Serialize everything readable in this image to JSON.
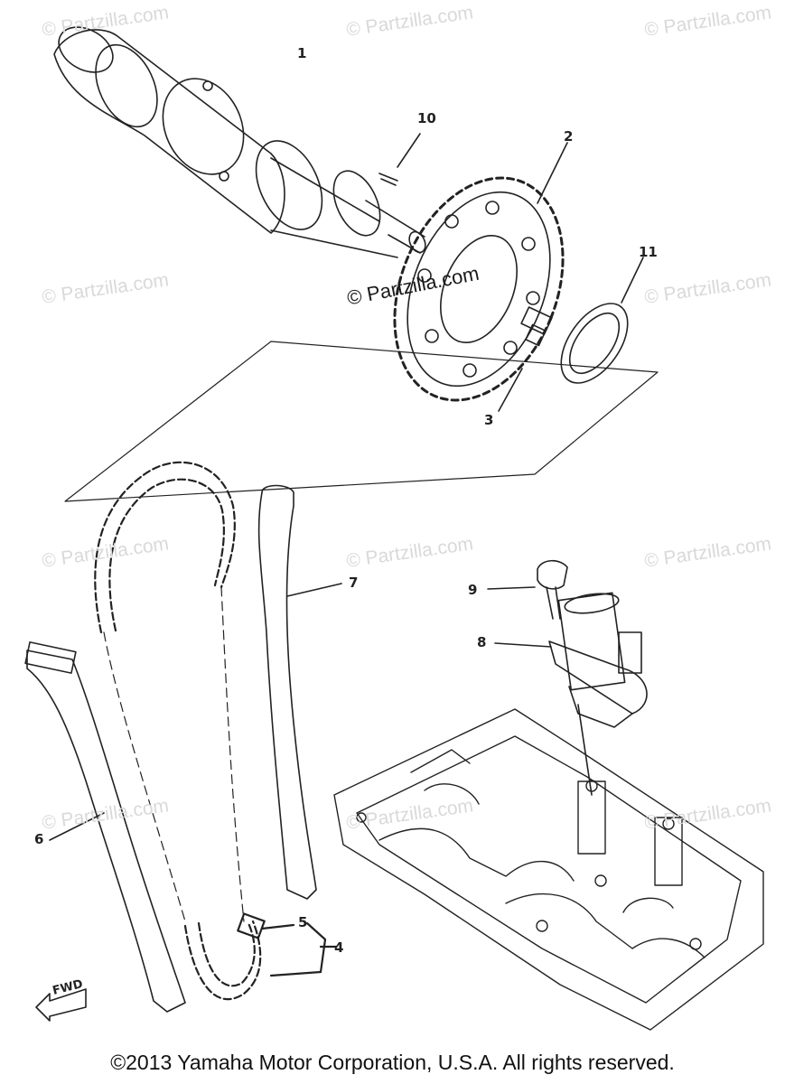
{
  "watermark": "© Partzilla.com",
  "callouts": {
    "c1": "1",
    "c2": "2",
    "c3": "3",
    "c4": "4",
    "c5": "5",
    "c6": "6",
    "c7": "7",
    "c8": "8",
    "c9": "9",
    "c10": "10",
    "c11": "11"
  },
  "fwd_label": "FWD",
  "copyright": "©2013 Yamaha Motor Corporation, U.S.A. All rights reserved."
}
